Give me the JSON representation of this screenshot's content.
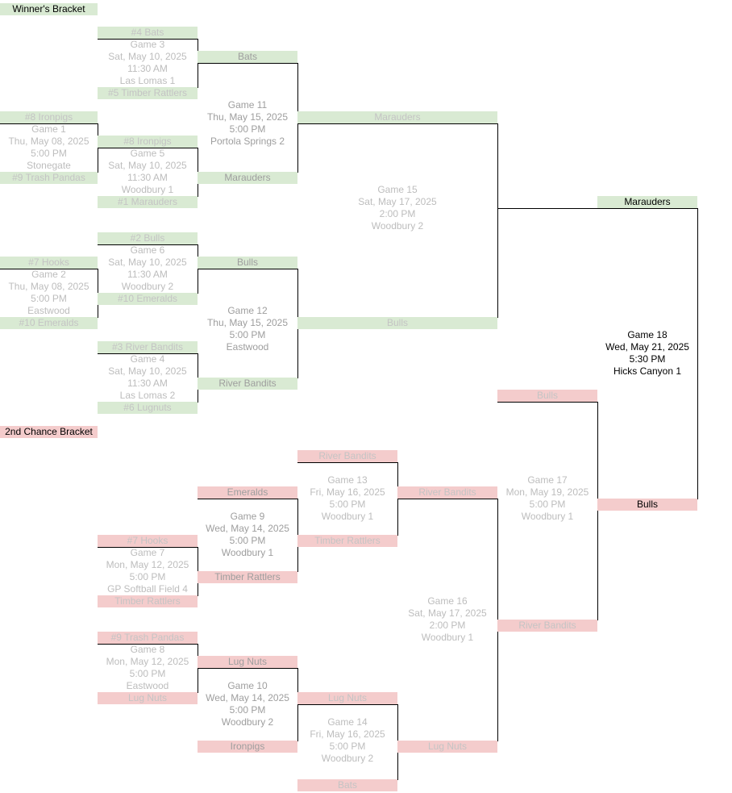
{
  "headers": {
    "winners": "Winner's Bracket",
    "second_chance": "2nd Chance Bracket"
  },
  "colors": {
    "winners_fill": "#d9ead3",
    "second_chance_fill": "#f4cccc",
    "line": "#000000",
    "muted_text": "#c4c4c4"
  },
  "seeds": {
    "g3_top": "#4 Bats",
    "g3_bottom": "#5 Timber Rattlers",
    "g1_top": "#8 Ironpigs",
    "g1_bottom": "#9 Trash Pandas",
    "g5_top": "#8 Ironpigs",
    "g5_bottom": "#1 Marauders",
    "g6_top": "#2 Bulls",
    "g6_bottom": "#10 Emeralds",
    "g2_top": "#7 Hooks",
    "g2_bottom": "#10 Emeralds",
    "g4_top": "#3 River Bandits",
    "g4_bottom": "#6 Lugnuts",
    "g7_top": "#7 Hooks",
    "g7_bottom": "Timber Rattlers",
    "g8_top": "#9 Trash Pandas",
    "g8_bottom": "Lug Nuts"
  },
  "teams": {
    "g11_top": "Bats",
    "g11_bottom": "Marauders",
    "g12_top": "Bulls",
    "g12_bottom": "River Bandits",
    "g15_top": "Marauders",
    "g15_bottom": "Bulls",
    "g18_top": "Marauders",
    "g18_bottom": "Bulls",
    "g17_top": "Bulls",
    "g17_bottom": "River Bandits",
    "g13_top": "River Bandits",
    "g13_bottom": "Timber Rattlers",
    "g9_top": "Emeralds",
    "g9_bottom": "Timber Rattlers",
    "g10_top": "Lug Nuts",
    "g10_bottom": "Ironpigs",
    "g14_top": "Lug Nuts",
    "g14_bottom": "Bats",
    "g16_top": "River Bandits",
    "g16_bottom": "Lug Nuts"
  },
  "games": {
    "g1": [
      "Game 1",
      "Thu, May 08, 2025",
      "5:00 PM",
      "Stonegate"
    ],
    "g2": [
      "Game 2",
      "Thu, May 08, 2025",
      "5:00 PM",
      "Eastwood"
    ],
    "g3": [
      "Game 3",
      "Sat, May 10, 2025",
      "11:30 AM",
      "Las Lomas 1"
    ],
    "g4": [
      "Game 4",
      "Sat, May 10, 2025",
      "11:30 AM",
      "Las Lomas 2"
    ],
    "g5": [
      "Game 5",
      "Sat, May 10, 2025",
      "11:30 AM",
      "Woodbury 1"
    ],
    "g6": [
      "Game 6",
      "Sat, May 10, 2025",
      "11:30 AM",
      "Woodbury 2"
    ],
    "g7": [
      "Game 7",
      "Mon, May 12, 2025",
      "5:00 PM",
      "GP Softball Field 4"
    ],
    "g8": [
      "Game 8",
      "Mon, May 12, 2025",
      "5:00 PM",
      "Eastwood"
    ],
    "g9": [
      "Game 9",
      "Wed, May 14, 2025",
      "5:00 PM",
      "Woodbury 1"
    ],
    "g10": [
      "Game 10",
      "Wed, May 14, 2025",
      "5:00 PM",
      "Woodbury 2"
    ],
    "g11": [
      "Game 11",
      "Thu, May 15, 2025",
      "5:00 PM",
      "Portola Springs 2"
    ],
    "g12": [
      "Game 12",
      "Thu, May 15, 2025",
      "5:00 PM",
      "Eastwood"
    ],
    "g13": [
      "Game 13",
      "Fri, May 16, 2025",
      "5:00 PM",
      "Woodbury 1"
    ],
    "g14": [
      "Game 14",
      "Fri, May 16, 2025",
      "5:00 PM",
      "Woodbury 2"
    ],
    "g15": [
      "Game 15",
      "Sat, May 17, 2025",
      "2:00 PM",
      "Woodbury 2"
    ],
    "g16": [
      "Game 16",
      "Sat, May 17, 2025",
      "2:00 PM",
      "Woodbury 1"
    ],
    "g17": [
      "Game 17",
      "Mon, May 19, 2025",
      "5:00 PM",
      "Woodbury 1"
    ],
    "g18": [
      "Game 18",
      "Wed, May 21, 2025",
      "5:30 PM",
      "Hicks Canyon 1"
    ]
  }
}
